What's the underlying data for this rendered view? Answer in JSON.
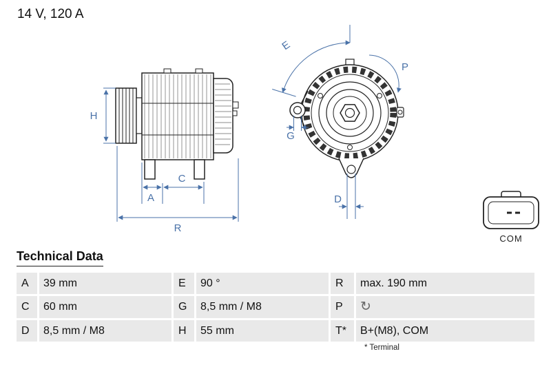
{
  "header": {
    "rating": "14 V, 120 A"
  },
  "drawing": {
    "labels": {
      "H": "H",
      "A": "A",
      "C": "C",
      "R": "R",
      "E": "E",
      "G": "G",
      "P": "P",
      "D": "D"
    }
  },
  "connector": {
    "label": "COM"
  },
  "table": {
    "title": "Technical Data",
    "rotation_icon": {
      "name": "rotation-arrow-icon",
      "glyph": "↻"
    },
    "rows": [
      {
        "cells": [
          {
            "k": "A",
            "v": "39 mm"
          },
          {
            "k": "E",
            "v": "90 °"
          },
          {
            "k": "R",
            "v": "max. 190 mm"
          }
        ]
      },
      {
        "cells": [
          {
            "k": "C",
            "v": "60 mm"
          },
          {
            "k": "G",
            "v": "8,5 mm / M8"
          },
          {
            "k": "P",
            "v": ""
          }
        ]
      },
      {
        "cells": [
          {
            "k": "D",
            "v": "8,5 mm / M8"
          },
          {
            "k": "H",
            "v": "55 mm"
          },
          {
            "k": "T*",
            "v": "B+(M8), COM"
          }
        ]
      }
    ],
    "footnote": "* Terminal"
  },
  "colors": {
    "dimension_blue": "#4a72a8",
    "row_background": "#e9e9e9"
  }
}
